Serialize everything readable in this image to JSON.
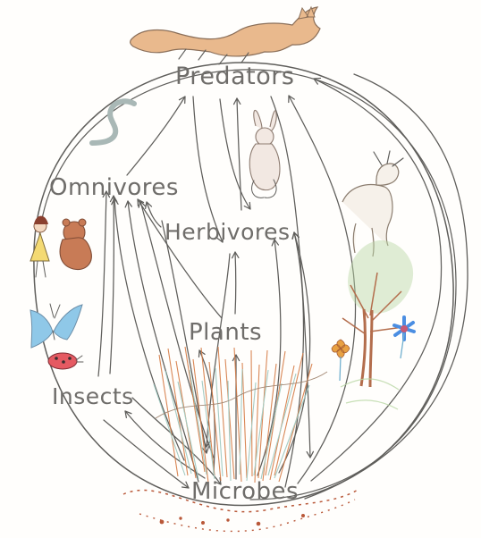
{
  "diagram": {
    "nodes": {
      "predators": {
        "label": "Predators"
      },
      "omnivores": {
        "label": "Omnivores"
      },
      "herbivores": {
        "label": "Herbivores"
      },
      "plants": {
        "label": "Plants"
      },
      "insects": {
        "label": "Insects"
      },
      "microbes": {
        "label": "Microbes"
      }
    },
    "colors": {
      "pencil": "#5f5e5b",
      "label": "#6f6d6a",
      "fox": "#e9b98d",
      "grass_orange": "#d57b45",
      "grass_green": "#9cc7bf",
      "butterfly": "#8fc8e8",
      "ladybug": "#e55a62",
      "bear": "#c87b56",
      "tree": "#b36d4c",
      "leaf": "#b9d7a4",
      "flower_blue": "#4b8ee2",
      "soil": "#b95839"
    },
    "illustrations": [
      "fox-icon",
      "worm-icon",
      "rabbit-icon",
      "deer-icon",
      "girl-icon",
      "bear-icon",
      "butterfly-icon",
      "ladybug-icon",
      "tree-icon",
      "flower-icon",
      "grass-icon",
      "soil-icon"
    ]
  }
}
